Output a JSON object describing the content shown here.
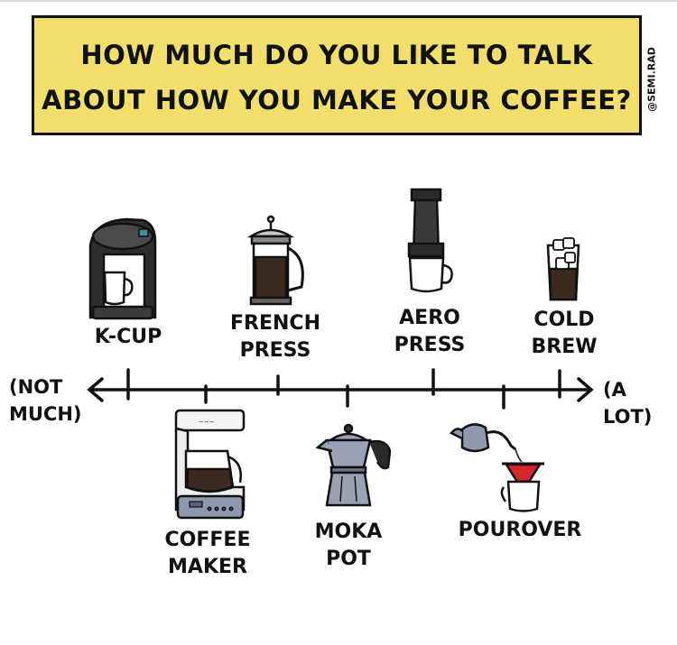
{
  "title": {
    "line1": "HOW MUCH DO YOU LIKE TO TALK",
    "line2": "ABOUT HOW YOU MAKE YOUR COFFEE?"
  },
  "credit": "@SEMI.RAD",
  "scale": {
    "left_line1": "(NOT",
    "left_line2": "MUCH)",
    "right_line1": "(A",
    "right_line2": "LOT)"
  },
  "methods": {
    "kcup": {
      "line1": "K-CUP"
    },
    "coffee_maker": {
      "line1": "COFFEE",
      "line2": "MAKER"
    },
    "french_press": {
      "line1": "FRENCH",
      "line2": "PRESS"
    },
    "moka_pot": {
      "line1": "MOKA",
      "line2": "POT"
    },
    "aero_press": {
      "line1": "AERO",
      "line2": "PRESS"
    },
    "pourover": {
      "line1": "POUROVER"
    },
    "cold_brew": {
      "line1": "COLD",
      "line2": "BREW"
    }
  }
}
